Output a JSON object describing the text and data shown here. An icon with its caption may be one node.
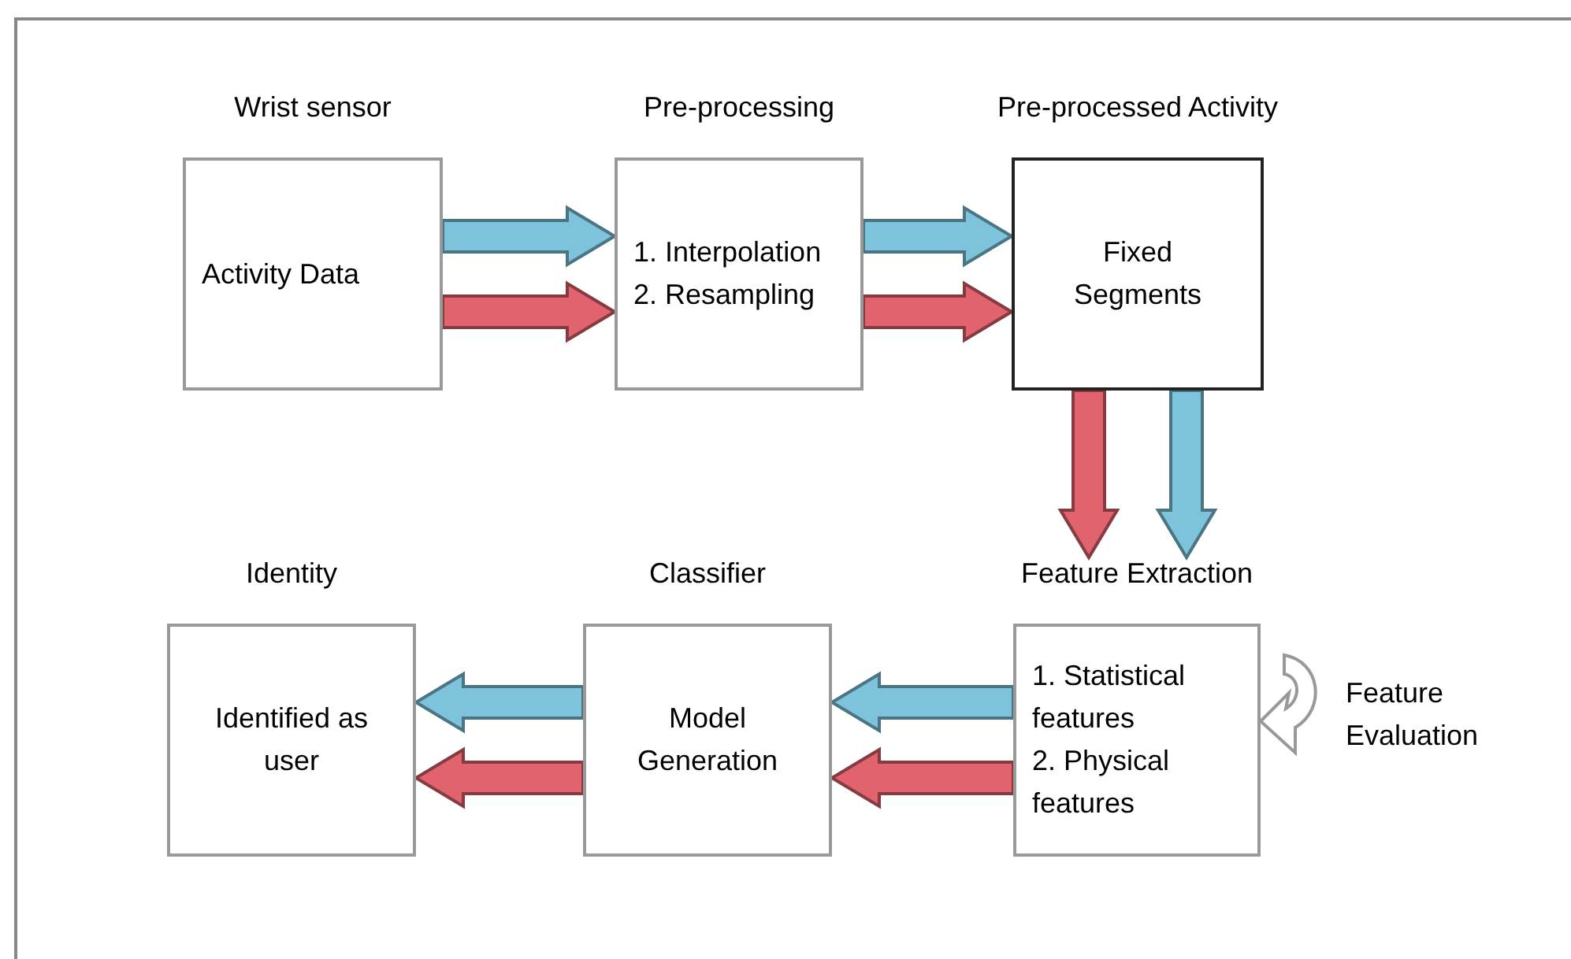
{
  "diagram": {
    "nodes": [
      {
        "text": [
          "Wrist sensor",
          "Activity Data"
        ]
      },
      {
        "text": [
          "Pre-processing",
          "1. Interpolation",
          "2. Resampling"
        ]
      },
      {
        "text": [
          "Pre-processed Activity",
          "Fixed Segments"
        ]
      },
      {
        "text": [
          "Feature Extraction",
          "1. Statistical features",
          "2. Physical features"
        ],
        "beside": [
          "Feature Evaluation"
        ]
      },
      {
        "text": [
          "Classifier",
          "Model Generation"
        ]
      },
      {
        "text": [
          "Identity",
          "Identified as user"
        ]
      }
    ],
    "edges": [
      {
        "from": 0,
        "to": 1,
        "arrow": "to",
        "style": "thick",
        "color": "#7ec3dc"
      },
      {
        "from": 0,
        "to": 1,
        "arrow": "to",
        "style": "thick",
        "color": "#e0636d"
      },
      {
        "from": 1,
        "to": 2,
        "arrow": "to",
        "style": "thick",
        "color": "#7ec3dc"
      },
      {
        "from": 1,
        "to": 2,
        "arrow": "to",
        "style": "thick",
        "color": "#e0636d"
      },
      {
        "from": 2,
        "to": 3,
        "arrow": "to",
        "style": "thick",
        "color": "#e0636d"
      },
      {
        "from": 2,
        "to": 3,
        "arrow": "to",
        "style": "thick",
        "color": "#7ec3dc"
      },
      {
        "from": 3,
        "to": 4,
        "arrow": "to",
        "style": "thick",
        "color": "#7ec3dc"
      },
      {
        "from": 3,
        "to": 4,
        "arrow": "to",
        "style": "thick",
        "color": "#e0636d"
      },
      {
        "from": 4,
        "to": 5,
        "arrow": "to",
        "style": "thick",
        "color": "#7ec3dc"
      },
      {
        "from": 4,
        "to": 5,
        "arrow": "to",
        "style": "thick",
        "color": "#e0636d"
      }
    ]
  }
}
